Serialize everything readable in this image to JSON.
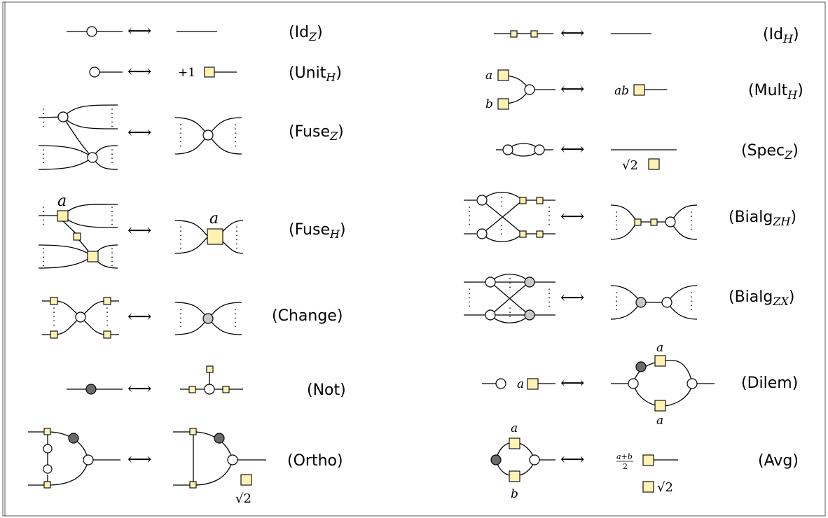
{
  "arrow": "⟷",
  "rules": [
    {
      "id": "idz",
      "label": "(Id",
      "sub": "Z",
      "close": ")"
    },
    {
      "id": "idh",
      "label": "(Id",
      "sub": "H",
      "close": ")"
    },
    {
      "id": "unith",
      "label": "(Unit",
      "sub": "H",
      "close": ")"
    },
    {
      "id": "multh",
      "label": "(Mult",
      "sub": "H",
      "close": ")"
    },
    {
      "id": "fusez",
      "label": "(Fuse",
      "sub": "Z",
      "close": ")"
    },
    {
      "id": "specz",
      "label": "(Spec",
      "sub": "Z",
      "close": ")"
    },
    {
      "id": "fuseh",
      "label": "(Fuse",
      "sub": "H",
      "close": ")"
    },
    {
      "id": "bialgzh",
      "label": "(Bialg",
      "sub": "ZH",
      "close": ")"
    },
    {
      "id": "change",
      "label": "(Change)",
      "sub": "",
      "close": ""
    },
    {
      "id": "bialgzx",
      "label": "(Bialg",
      "sub": "ZX",
      "close": ")"
    },
    {
      "id": "not",
      "label": "(Not)",
      "sub": "",
      "close": ""
    },
    {
      "id": "dilem",
      "label": "(Dilem)",
      "sub": "",
      "close": ""
    },
    {
      "id": "ortho",
      "label": "(Ortho)",
      "sub": "",
      "close": ""
    },
    {
      "id": "avg",
      "label": "(Avg)",
      "sub": "",
      "close": ""
    }
  ],
  "math": {
    "plus_one": "+1",
    "a": "a",
    "b": "b",
    "ab": "ab",
    "sqrt2": "√2",
    "avg_num": "a+b",
    "avg_den": "2"
  }
}
